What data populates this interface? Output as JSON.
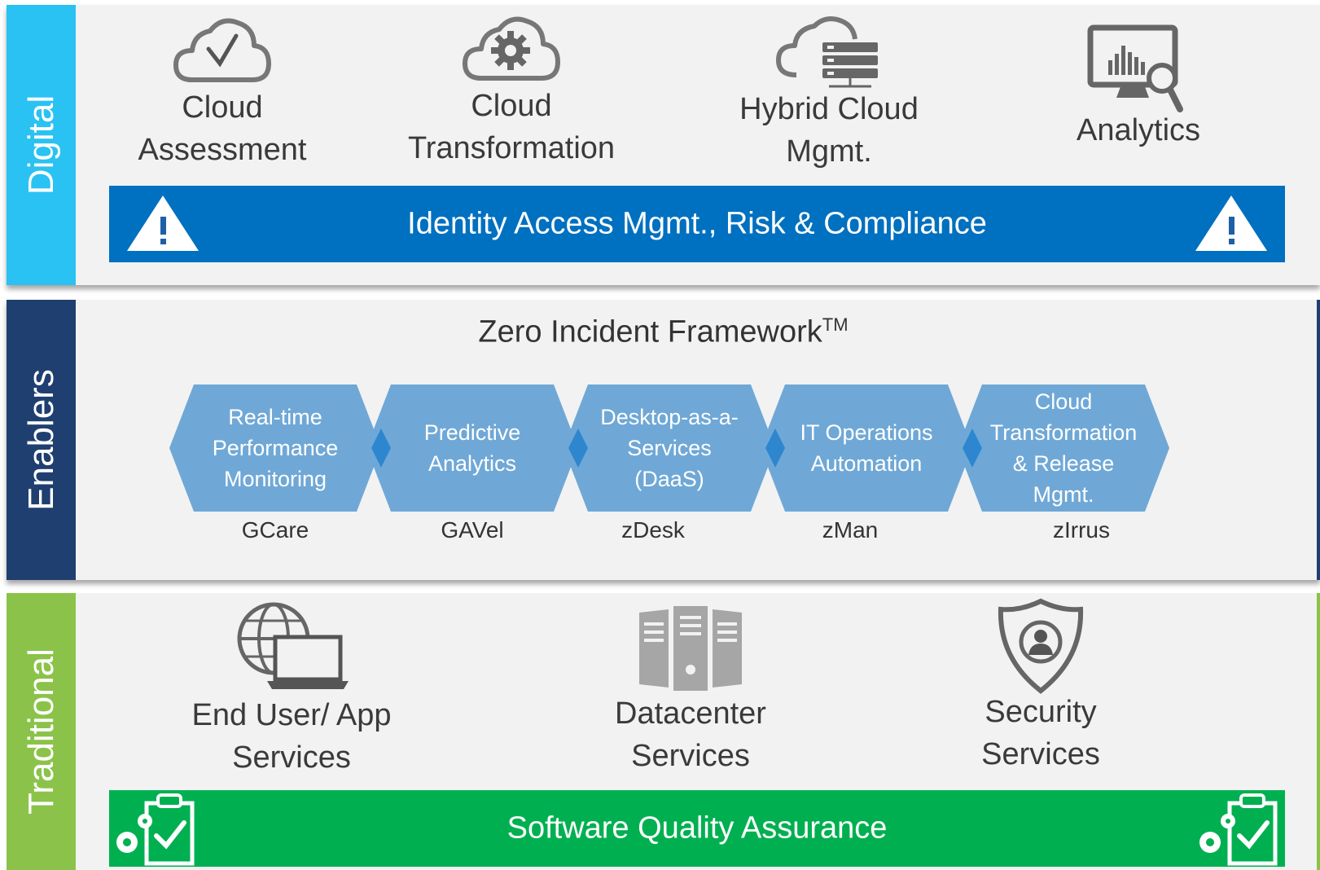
{
  "digital": {
    "label": "Digital",
    "items": [
      {
        "label": "Cloud\nAssessment",
        "icon": "cloud-check-icon"
      },
      {
        "label": "Cloud\nTransformation",
        "icon": "cloud-gear-icon"
      },
      {
        "label": "Hybrid Cloud\nMgmt.",
        "icon": "cloud-server-icon"
      },
      {
        "label": "Analytics",
        "icon": "analytics-monitor-icon"
      }
    ],
    "bar_label": "Identity Access Mgmt., Risk & Compliance"
  },
  "enablers": {
    "label": "Enablers",
    "title": "Zero Incident Framework",
    "title_sup": "TM",
    "modules": [
      {
        "text": "Real-time\nPerformance\nMonitoring",
        "product": "GCare"
      },
      {
        "text": "Predictive\nAnalytics",
        "product": "GAVel"
      },
      {
        "text": "Desktop-as-a-\nServices\n(DaaS)",
        "product": "zDesk"
      },
      {
        "text": "IT Operations\nAutomation",
        "product": "zMan"
      },
      {
        "text": "Cloud\nTransformation\n& Release\nMgmt.",
        "product": "zIrrus"
      }
    ]
  },
  "traditional": {
    "label": "Traditional",
    "items": [
      {
        "label": "End User/ App\nServices",
        "icon": "globe-laptop-icon"
      },
      {
        "label": "Datacenter\nServices",
        "icon": "server-rack-icon"
      },
      {
        "label": "Security\nServices",
        "icon": "shield-user-icon"
      }
    ],
    "bar_label": "Software Quality Assurance"
  },
  "colors": {
    "digital": "#29c2f2",
    "enablers": "#1f3f70",
    "traditional": "#8bc34a",
    "iam_bar": "#0070c0",
    "sqa_bar": "#00b050",
    "hexagon": "#6fa8d6",
    "hexagon_joint": "#2e86cf"
  }
}
